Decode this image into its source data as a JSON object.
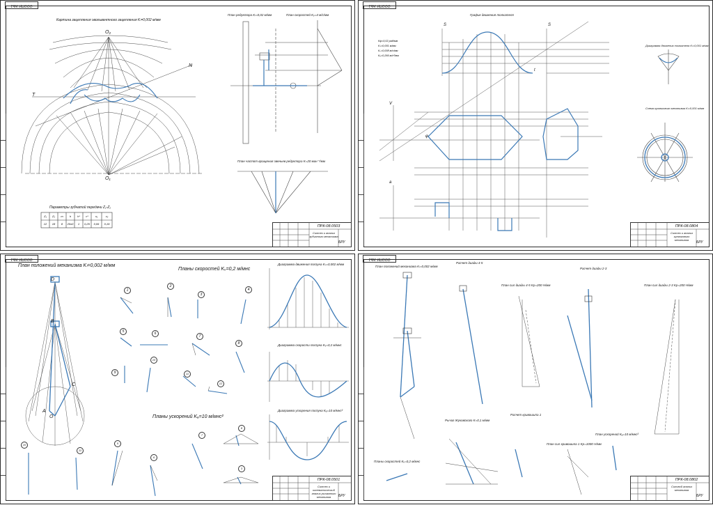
{
  "sheets": [
    {
      "stamp": "ОООПИ-ЖЬ1",
      "code": "ПРК-08.0503",
      "name": "Синтез и анализ зубчатого механизма",
      "org": "БРУ",
      "labels": {
        "gear_title": "Картина зацепления эвольвентного зацепления Kₗ=0,002 м/мм",
        "reducer_plan": "План редуктора Kₗ=0,02 м/мм",
        "velocity_plan": "План скоростей Kᵥ=4 м/с/мм",
        "freq_plan": "План частот вращения звеньев редуктора K=20 мин⁻¹/мм",
        "gear_params": "Параметры зубчатой передачи Z₁-Z₂",
        "O1": "O₁",
        "O2": "O₂",
        "N": "N",
        "T": "T"
      },
      "params_row1": [
        "Z₁",
        "Z₂",
        "m",
        "h",
        "h*",
        "c*",
        "x₁",
        "x₂"
      ],
      "params_row2": [
        "12",
        "18",
        "8",
        "20x0",
        "1",
        "0,25",
        "0,06",
        "0,19"
      ]
    },
    {
      "stamp": "ОООПИ-ЖЬ1",
      "code": "ПРК-08.0804",
      "name": "Синтез и анализ кулачкового механизма",
      "org": "БРУ",
      "labels": {
        "motion_graph": "График движения толкателя",
        "cam_profile": "Диаграмма движения толкателя Kₗ=0,001 м/мм",
        "cam_synthesis": "Схема кулачкового механизма Kₗ=0,001 м/мм",
        "scale_lines": [
          "Kφ=0,02 рад/мм",
          "Kₛ=0,001 м/мм",
          "Kᵥ=0,008 м/с/мм",
          "Kₐ=0,266 м/с²/мм"
        ],
        "S": "S",
        "V": "V",
        "a": "a",
        "phi": "φ",
        "t": "t"
      }
    },
    {
      "stamp": "ОООПИ-ЖЬ1",
      "code": "ПРК-08.0501",
      "name": "Синтез и кинематический анализ рычажного механизма",
      "org": "БРУ",
      "labels": {
        "positions": "План положений механизма Kₗ=0,002 м/мм",
        "velocities": "Планы скоростей Kᵥ=0,2 м/мнс",
        "accels": "Планы ускорений Kₐ=10 м/мнс²",
        "disp_diag": "Диаграмма движения ползуна     Kₛ=0,002 м/мм",
        "vel_diag": "Диаграмма скорости ползуна Kᵥ=0,2 м/мнс",
        "acc_diag": "Диаграмма ускорения ползуна Kₐ=10 м/мнс²",
        "D": "D",
        "B": "B",
        "C": "C",
        "A": "A",
        "O": "O"
      },
      "vel_numbers": [
        "1",
        "2",
        "3",
        "4",
        "5",
        "6",
        "7",
        "8",
        "9",
        "10",
        "11",
        "12"
      ],
      "acc_numbers": [
        "10",
        "11",
        "5",
        "6",
        "7",
        "8",
        "3"
      ]
    },
    {
      "stamp": "ОООПИ-ЖЬ1",
      "code": "ПРК-08.0802",
      "name": "Силовой анализ механизма",
      "org": "БРУ",
      "labels": {
        "positions": "План положений механизма Kₗ=0,002 м/мм",
        "group45": "Расчет диады 4-5",
        "group23": "Расчет диады 2-3",
        "forces45": "План сил диады 4-5 Kp=200 Н/мм",
        "forces23": "План сил диады 2-3 Kp=200 Н/мм",
        "zhukovsky": "Рычаг Жуковского K=0,1 м/мм",
        "crank": "Расчет кривошипа 1",
        "forces_crank": "План сил кривошипа 1 Kp=1000 Н/мм",
        "vel_plan": "Планы скоростей Kᵥ=0,2 м/мнс",
        "acc_plan": "План ускорений Kₐ=10 м/мнс²"
      }
    }
  ]
}
